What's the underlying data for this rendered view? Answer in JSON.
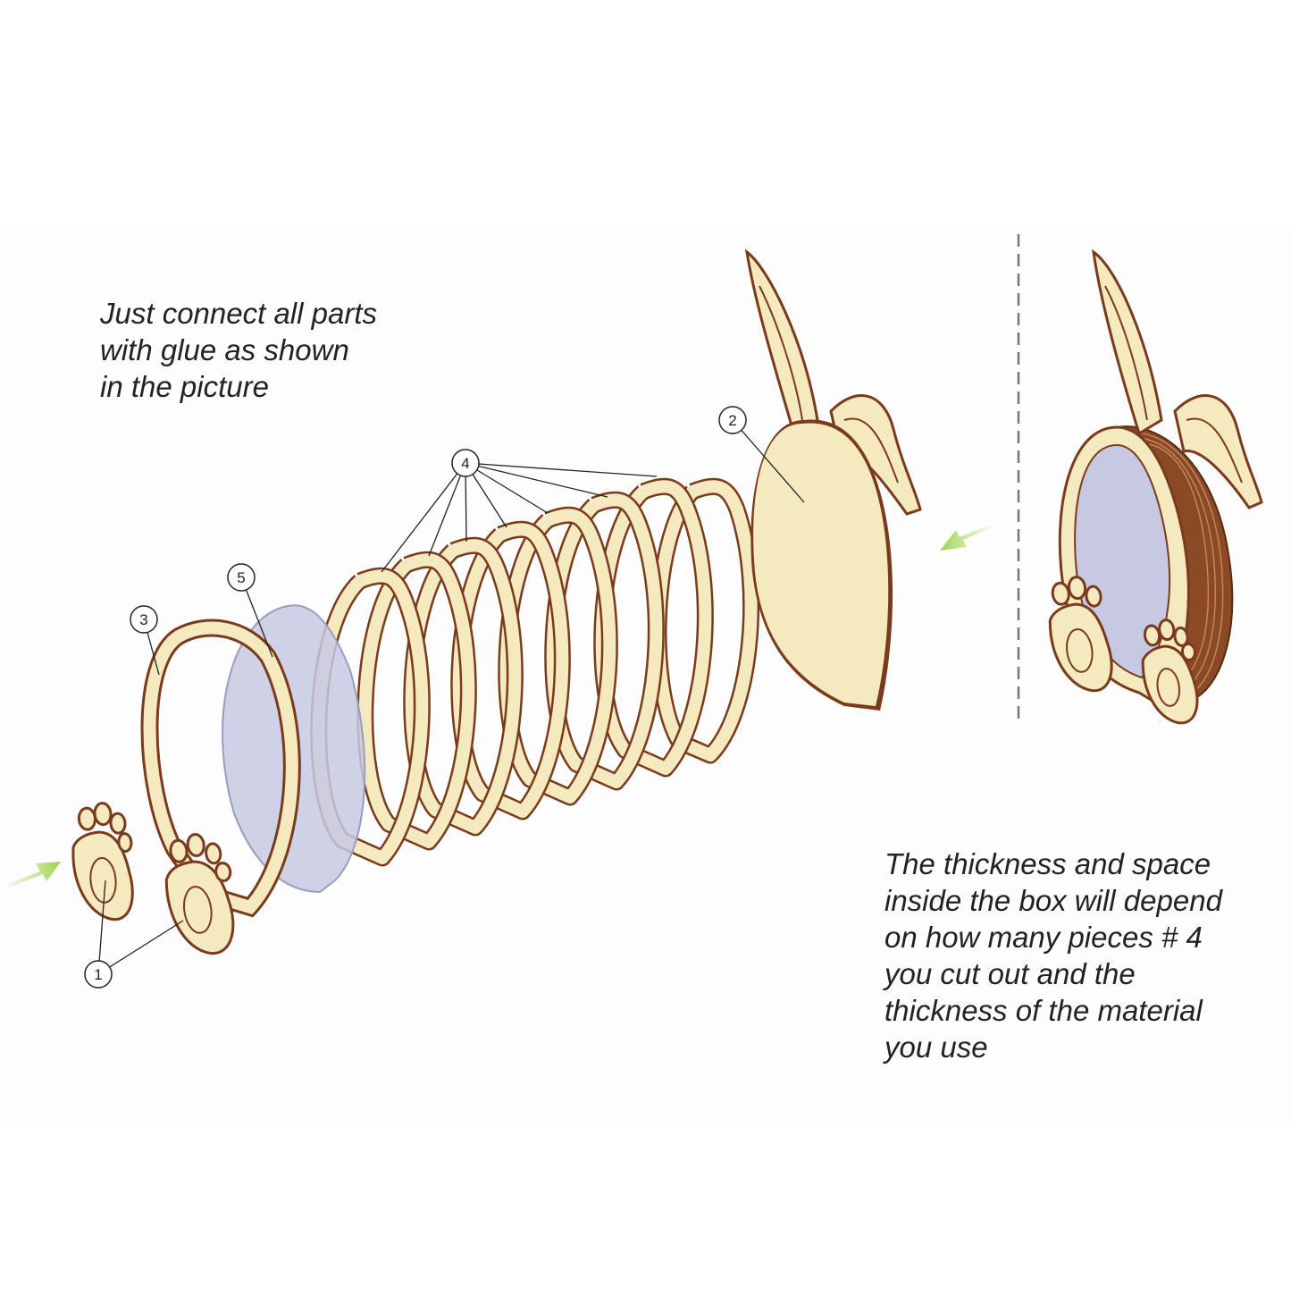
{
  "notes": {
    "left": "Just connect all parts\nwith glue as shown\nin the picture",
    "right": "The thickness and space\ninside the box will depend\non how many pieces # 4\nyou cut out and the\nthickness of the material\nyou use"
  },
  "callouts": {
    "c1": "1",
    "c2": "2",
    "c3": "3",
    "c4": "4",
    "c5": "5"
  },
  "colors": {
    "wood": "#f5e9bf",
    "wood_edge": "#7a3b1d",
    "acrylic": "#c7c9e3",
    "arrow": "#9dd44f",
    "divider": "#777777"
  },
  "icons": {
    "arrow": "green-arrow-icon"
  }
}
